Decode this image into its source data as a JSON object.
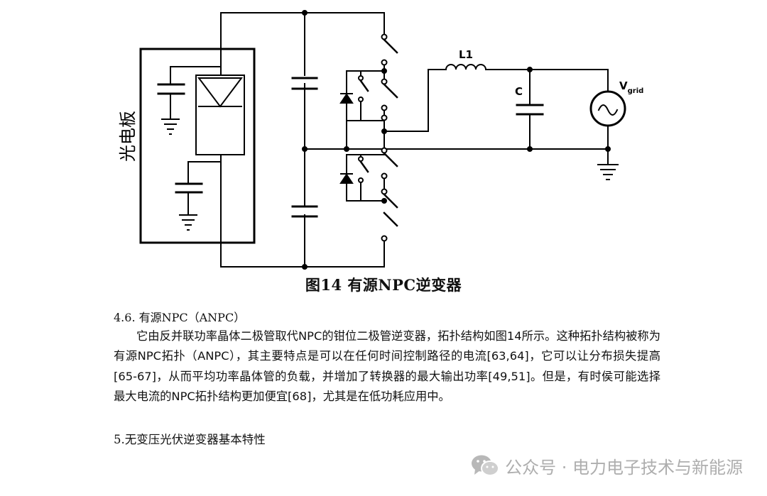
{
  "figure": {
    "panel_label": "光电板",
    "inductor_label": "L1",
    "capacitor_label": "C",
    "grid_label_main": "V",
    "grid_label_sub": "grid",
    "caption": "图14  有源NPC逆变器"
  },
  "section": {
    "heading": "4.6.  有源NPC（ANPC）",
    "paragraph": "它由反并联功率晶体二极管取代NPC的钳位二极管逆变器，拓扑结构如图14所示。这种拓扑结构被称为有源NPC拓扑（ANPC），其主要特点是可以在任何时间控制路径的电流[63,64]，它可以让分布损失提高[65-67]，从而平均功率晶体管的负载，并增加了转换器的最大输出功率[49,51]。但是，有时侯可能选择最大电流的NPC拓扑结构更加便宜[68]，尤其是在低功耗应用中。",
    "next_heading": "5.无变压光伏逆变器基本特性"
  },
  "watermark": {
    "text": "公众号 · 电力电子技术与新能源",
    "icon": "wechat-icon",
    "color": "#aeaeae"
  }
}
